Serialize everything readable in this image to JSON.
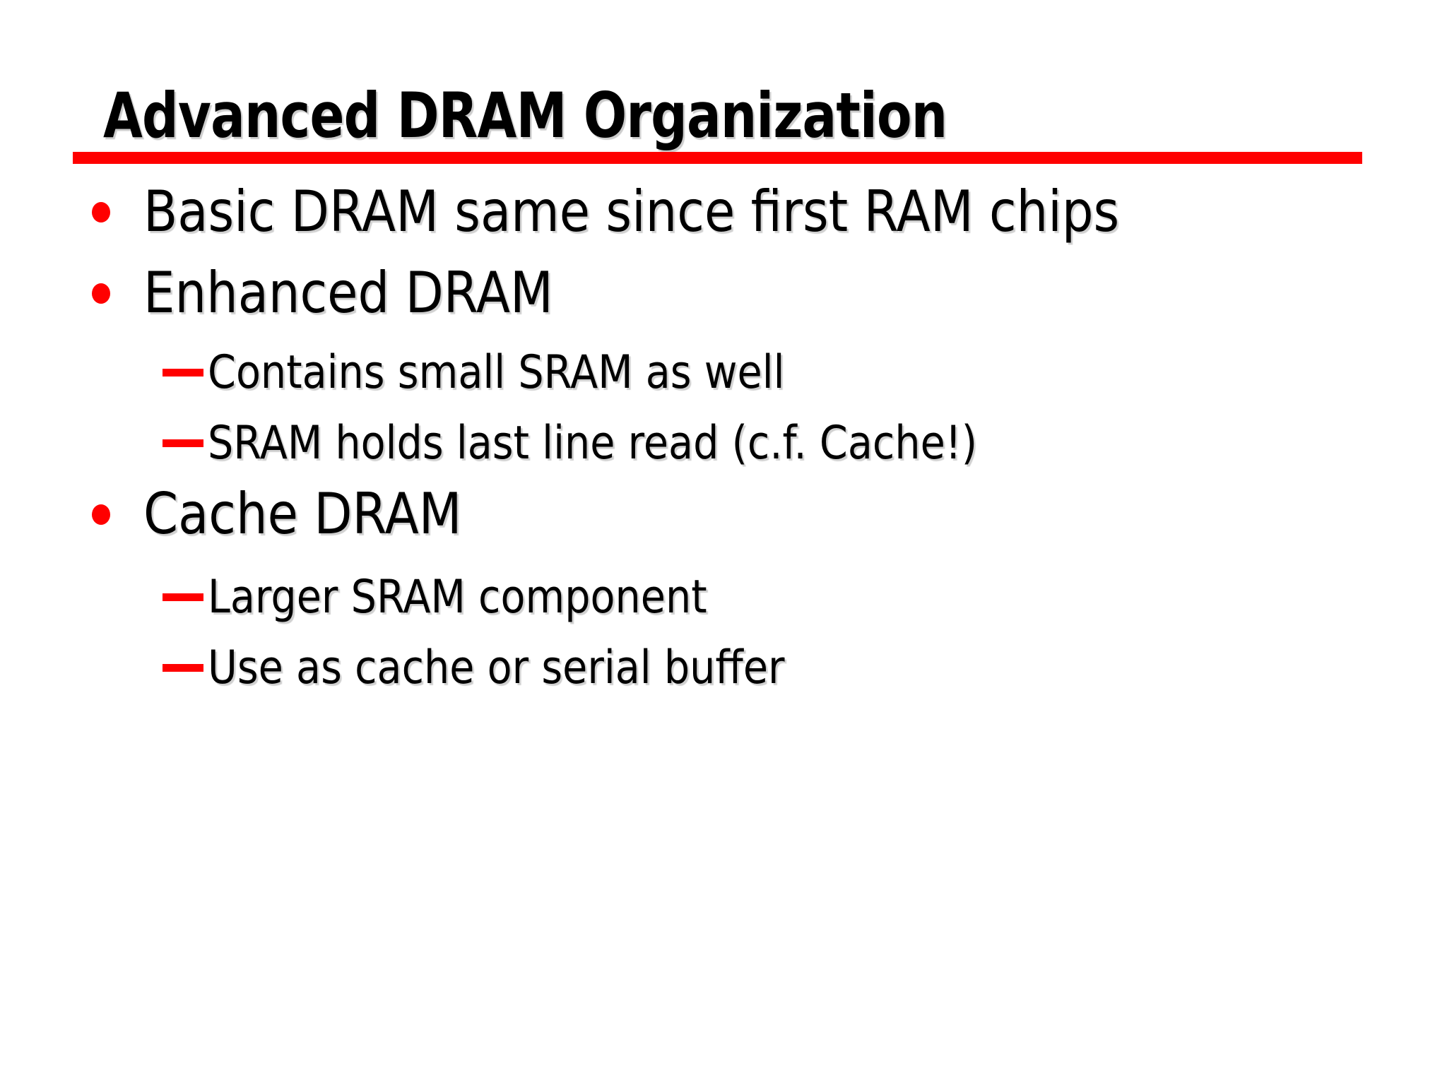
{
  "slide": {
    "title": "Advanced DRAM Organization",
    "bullets": [
      {
        "level": 1,
        "text": "Basic DRAM same since first RAM chips"
      },
      {
        "level": 1,
        "text": "Enhanced DRAM"
      },
      {
        "level": 2,
        "text": "Contains small SRAM as well"
      },
      {
        "level": 2,
        "text": "SRAM holds last line read (c.f. Cache!)"
      },
      {
        "level": 1,
        "text": "Cache DRAM"
      },
      {
        "level": 2,
        "text": "Larger SRAM component"
      },
      {
        "level": 2,
        "text": "Use as cache or serial buffer"
      }
    ],
    "colors": {
      "accent_red": "#ff0000",
      "text": "#000000",
      "background": "#ffffff"
    }
  }
}
